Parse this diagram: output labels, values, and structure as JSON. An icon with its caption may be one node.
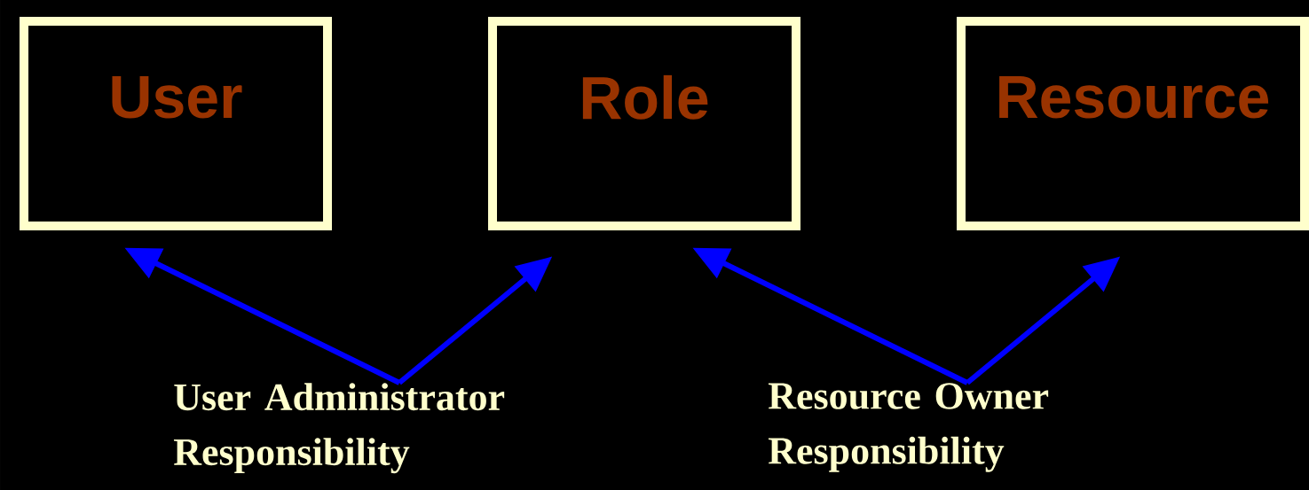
{
  "diagram": {
    "nodes": [
      {
        "text": [
          "User"
        ]
      },
      {
        "text": [
          "Role"
        ]
      },
      {
        "text": [
          "Resource"
        ]
      },
      {
        "text": [
          "User Administrator Responsibility"
        ]
      },
      {
        "text": [
          "Resource Owner Responsibility"
        ]
      }
    ],
    "edges": [
      {
        "from": 3,
        "to": 0,
        "arrow": "to"
      },
      {
        "from": 3,
        "to": 1,
        "arrow": "to"
      },
      {
        "from": 4,
        "to": 1,
        "arrow": "to"
      },
      {
        "from": 4,
        "to": 2,
        "arrow": "to"
      }
    ]
  }
}
